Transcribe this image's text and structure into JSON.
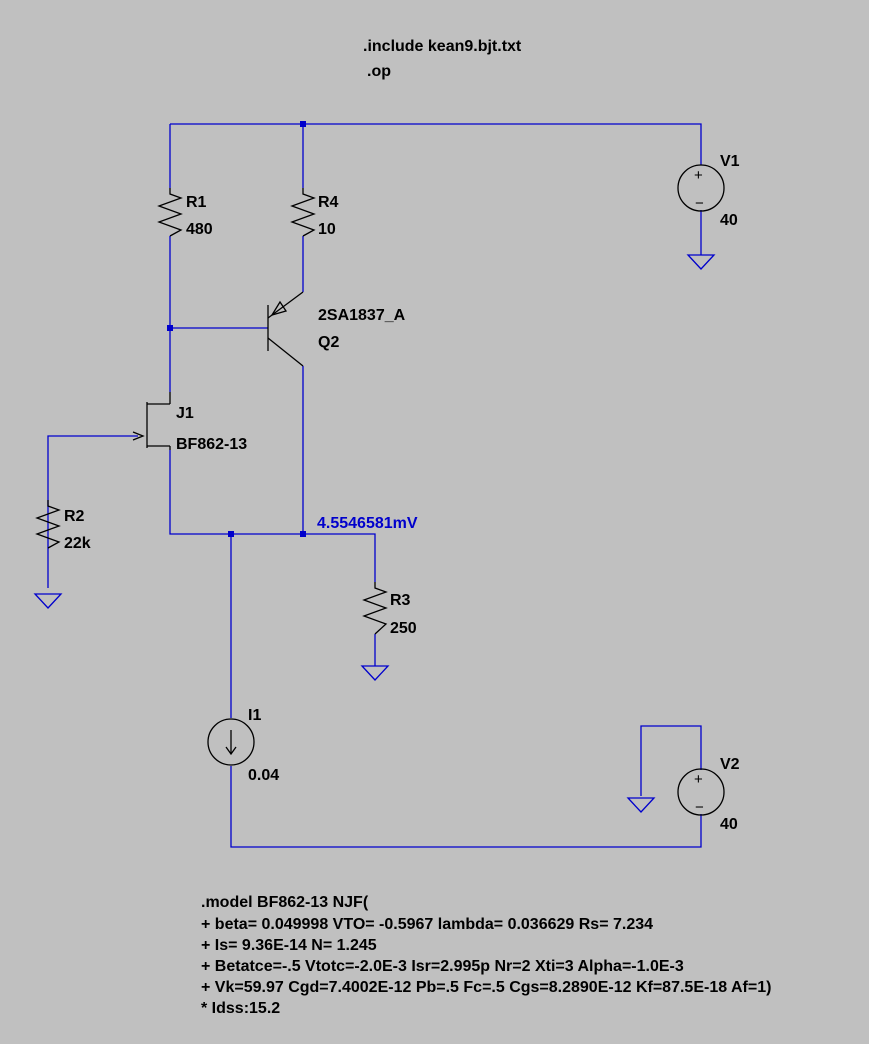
{
  "directives": {
    "include": ".include kean9.bjt.txt",
    "op": ".op"
  },
  "components": {
    "R1": {
      "name": "R1",
      "value": "480"
    },
    "R4": {
      "name": "R4",
      "value": "10"
    },
    "V1": {
      "name": "V1",
      "value": "40",
      "plus": "+",
      "minus": "−"
    },
    "Q2": {
      "model": "2SA1837_A",
      "name": "Q2"
    },
    "J1": {
      "name": "J1",
      "model": "BF862-13"
    },
    "R2": {
      "name": "R2",
      "value": "22k"
    },
    "R3": {
      "name": "R3",
      "value": "250"
    },
    "I1": {
      "name": "I1",
      "value": "0.04"
    },
    "V2": {
      "name": "V2",
      "value": "40",
      "plus": "+",
      "minus": "−"
    }
  },
  "node_voltage": "4.5546581mV",
  "model_text": [
    ".model BF862-13 NJF(",
    "+ beta= 0.049998 VTO= -0.5967 lambda= 0.036629 Rs= 7.234",
    "+ Is= 9.36E-14 N= 1.245",
    "+ Betatce=-.5 Vtotc=-2.0E-3 Isr=2.995p Nr=2 Xti=3 Alpha=-1.0E-3",
    "+ Vk=59.97 Cgd=7.4002E-12 Pb=.5 Fc=.5 Cgs=8.2890E-12 Kf=87.5E-18 Af=1)",
    "* Idss:15.2"
  ],
  "colors": {
    "background": "#c0c0c0",
    "wire": "#0000cc",
    "symbol": "#000000"
  }
}
